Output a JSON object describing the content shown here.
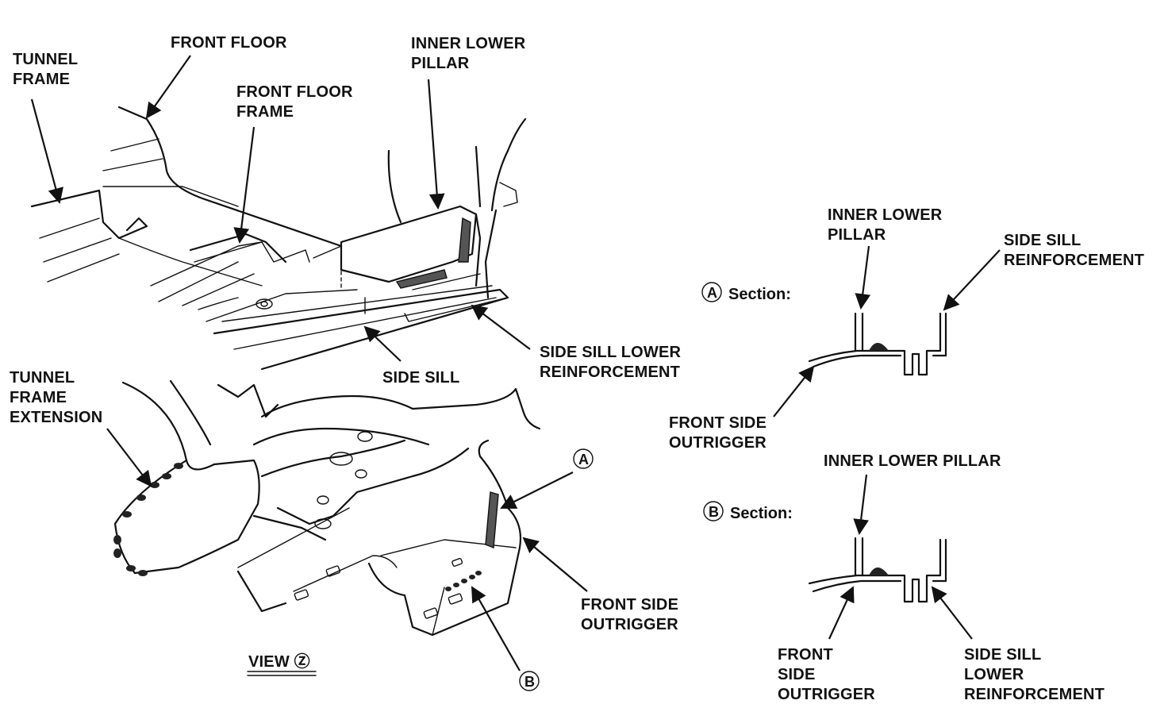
{
  "labels": {
    "tunnel_frame": [
      "TUNNEL",
      "FRAME"
    ],
    "front_floor": "FRONT FLOOR",
    "front_floor_frame": [
      "FRONT FLOOR",
      "FRAME"
    ],
    "inner_lower_pillar_main": [
      "INNER LOWER",
      "PILLAR"
    ],
    "side_sill": "SIDE SILL",
    "side_sill_lower_reinforcement_main": [
      "SIDE SILL LOWER",
      "REINFORCEMENT"
    ],
    "tunnel_frame_extension": [
      "TUNNEL",
      "FRAME",
      "EXTENSION"
    ],
    "front_side_outrigger_main": [
      "FRONT SIDE",
      "OUTRIGGER"
    ],
    "view_z": "VIEW Ⓩ",
    "callout_a": "A",
    "callout_b": "B"
  },
  "section_a": {
    "title": "Section:",
    "letter": "A",
    "inner_lower_pillar": [
      "INNER LOWER",
      "PILLAR"
    ],
    "side_sill_reinforcement": [
      "SIDE SILL",
      "REINFORCEMENT"
    ],
    "front_side_outrigger": [
      "FRONT SIDE",
      "OUTRIGGER"
    ]
  },
  "section_b": {
    "title": "Section:",
    "letter": "B",
    "inner_lower_pillar": "INNER LOWER PILLAR",
    "front_side_outrigger": [
      "FRONT",
      "SIDE",
      "OUTRIGGER"
    ],
    "side_sill_lower_reinforcement": [
      "SIDE SILL",
      "LOWER",
      "REINFORCEMENT"
    ]
  },
  "colors": {
    "ink": "#111111",
    "paper": "#ffffff"
  }
}
